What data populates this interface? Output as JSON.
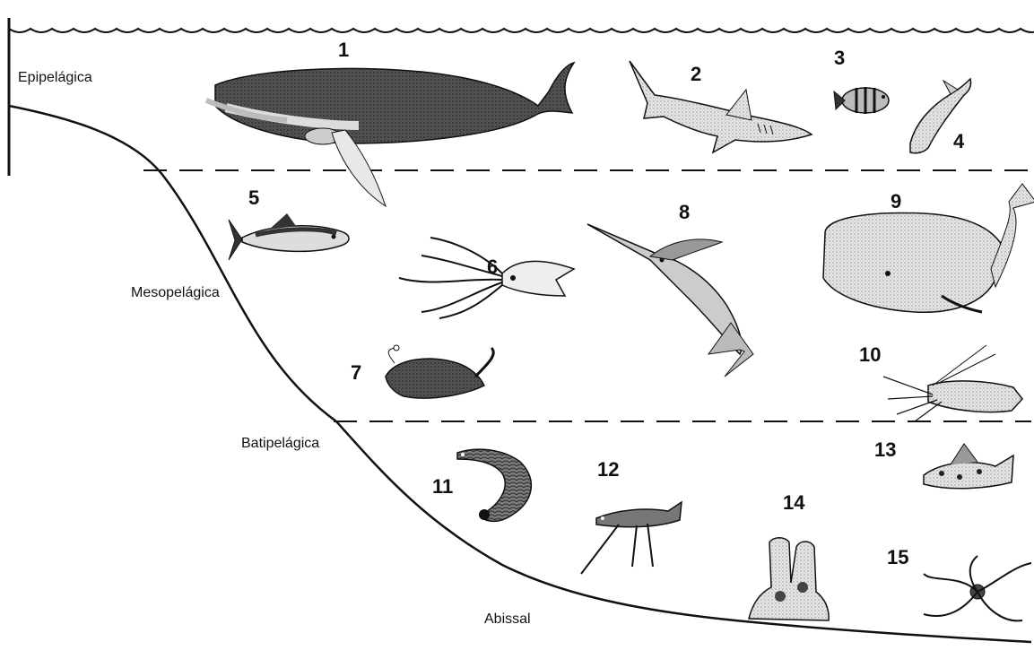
{
  "zones": {
    "epipelagica": "Epipelágica",
    "mesopelagica": "Mesopelágica",
    "batipelagica": "Batipelágica",
    "abissal": "Abissal"
  },
  "animals": [
    {
      "number": "1",
      "icon": "humpback-whale-icon"
    },
    {
      "number": "2",
      "icon": "shark-icon"
    },
    {
      "number": "3",
      "icon": "striped-fish-icon"
    },
    {
      "number": "4",
      "icon": "dolphin-icon"
    },
    {
      "number": "5",
      "icon": "tuna-icon"
    },
    {
      "number": "6",
      "icon": "squid-icon"
    },
    {
      "number": "7",
      "icon": "anglerfish-icon"
    },
    {
      "number": "8",
      "icon": "swordfish-icon"
    },
    {
      "number": "9",
      "icon": "sperm-whale-icon"
    },
    {
      "number": "10",
      "icon": "lobster-icon"
    },
    {
      "number": "11",
      "icon": "eel-fish-icon"
    },
    {
      "number": "12",
      "icon": "tripod-fish-icon"
    },
    {
      "number": "13",
      "icon": "spotted-fish-icon"
    },
    {
      "number": "14",
      "icon": "sponge-icon"
    },
    {
      "number": "15",
      "icon": "brittle-star-icon"
    }
  ]
}
